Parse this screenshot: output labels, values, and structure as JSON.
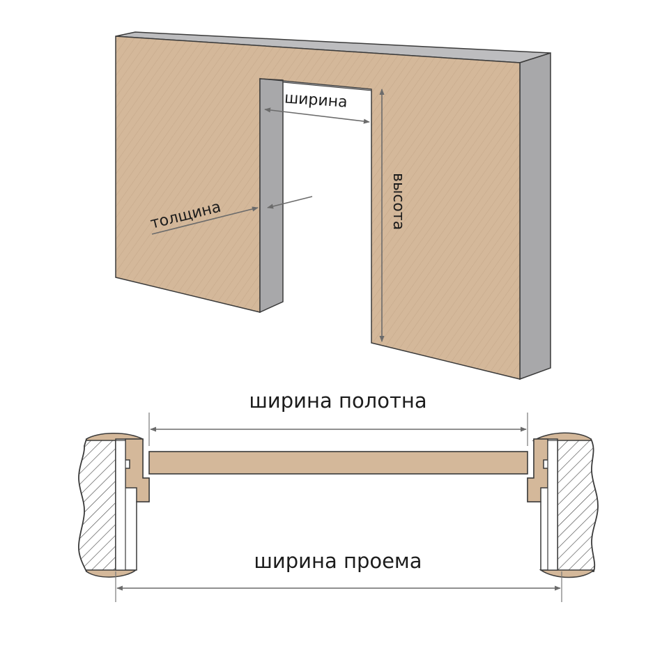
{
  "labels": {
    "width": "ширина",
    "thickness": "толщина",
    "height": "высота",
    "leaf_width": "ширина полотна",
    "opening_width": "ширина проема"
  },
  "colors": {
    "wood": "#d4b89a",
    "wood_dark": "#c4a587",
    "wall_side": "#a8a8aa",
    "outline": "#3a3a3a",
    "arrow": "#6b6b6b"
  }
}
